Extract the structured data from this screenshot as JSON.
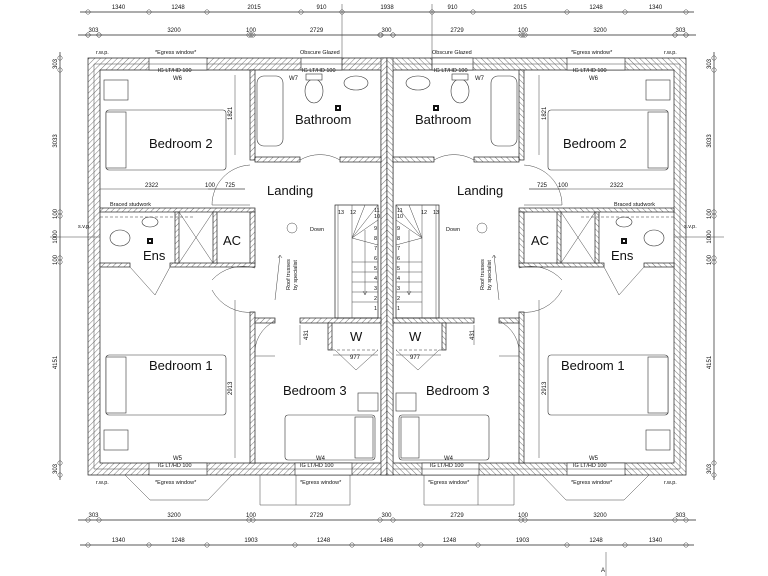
{
  "dimensions": {
    "top_outer": [
      "1340",
      "1248",
      "2015",
      "910",
      "1938",
      "910",
      "2015",
      "1248",
      "1340"
    ],
    "top_inner": [
      "303",
      "3200",
      "100",
      "2729",
      "300",
      "2729",
      "100",
      "3200",
      "303"
    ],
    "bottom_inner": [
      "303",
      "3200",
      "100",
      "2729",
      "300",
      "2729",
      "100",
      "3200",
      "303"
    ],
    "bottom_outer": [
      "1340",
      "1248",
      "1903",
      "1248",
      "1486",
      "1248",
      "1903",
      "1248",
      "1340"
    ],
    "side": [
      "303",
      "3033",
      "100",
      "1000",
      "100",
      "4151",
      "303"
    ],
    "interior": {
      "bed2_width": "2322",
      "gap": "100",
      "landing": "725",
      "bath_depth": "1821",
      "bed1_depth": "2913",
      "w_depth": "431",
      "w_width": "977"
    }
  },
  "rooms": {
    "bedroom2": "Bedroom 2",
    "bathroom": "Bathroom",
    "landing": "Landing",
    "ac": "AC",
    "ens": "Ens",
    "bedroom1": "Bedroom 1",
    "bedroom3": "Bedroom 3",
    "w": "W"
  },
  "windows": {
    "w6": "W6",
    "w7": "W7",
    "w5": "W5",
    "w4": "W4",
    "glazing": "IG LT/HD 100"
  },
  "annotations": {
    "egress": "*Egress window*",
    "obscure": "Obscure Glazed",
    "rwp": "r.w.p.",
    "svp": "s.v.p.",
    "braced": "Braced studwork",
    "down": "Down",
    "roof": "Roof trusses",
    "roof2": "by specialist",
    "section": "A"
  },
  "stair_numbers": [
    "1",
    "2",
    "3",
    "4",
    "5",
    "6",
    "7",
    "8",
    "9",
    "10",
    "11",
    "12",
    "13"
  ]
}
